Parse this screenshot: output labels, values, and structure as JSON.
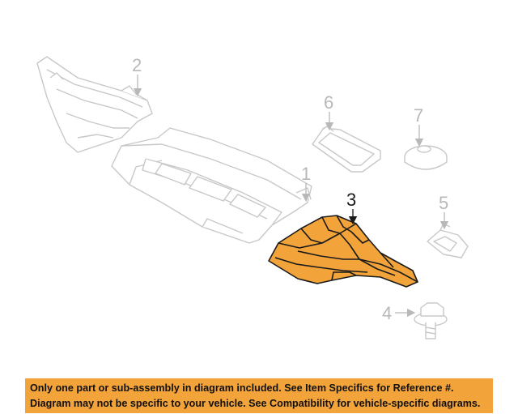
{
  "diagram": {
    "callouts": [
      {
        "num": "1",
        "label": "part-1-lower-splash-shield"
      },
      {
        "num": "2",
        "label": "part-2-side-splash-shield"
      },
      {
        "num": "3",
        "label": "part-3-highlighted-shield"
      },
      {
        "num": "4",
        "label": "part-4-bolt"
      },
      {
        "num": "5",
        "label": "part-5-clip"
      },
      {
        "num": "6",
        "label": "part-6-cover"
      },
      {
        "num": "7",
        "label": "part-7-grommet"
      }
    ],
    "highlight_color": "#f2a33a",
    "line_color": "#c8c8c8"
  },
  "banner": {
    "line1": "Only one part or sub-assembly in diagram included. See Item Specifics for Reference #.",
    "line2": "Diagram may not be specific to your vehicle. See Compatibility for vehicle-specific diagrams.",
    "background": "#f2a33a"
  }
}
